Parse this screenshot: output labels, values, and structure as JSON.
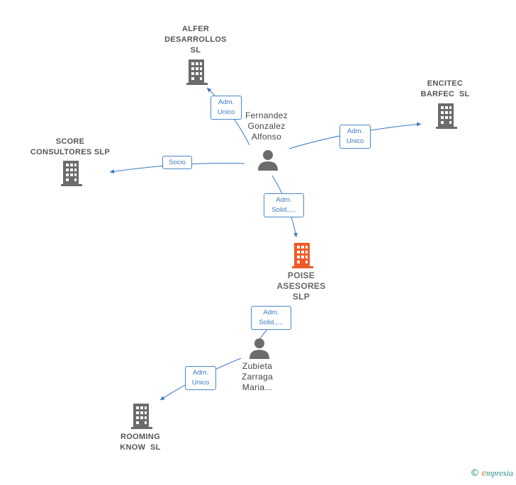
{
  "nodes": {
    "alfer": {
      "lines": [
        "ALFER",
        "DESARROLLOS",
        "SL"
      ]
    },
    "encitec": {
      "lines": [
        "ENCITEC",
        "BARFEC  SL"
      ]
    },
    "score": {
      "lines": [
        "SCORE",
        "CONSULTORES SLP"
      ]
    },
    "fernandez": {
      "lines": [
        "Fernandez",
        "Gonzalez",
        "Alfonso"
      ]
    },
    "poise": {
      "lines": [
        "POISE",
        "ASESORES",
        "SLP"
      ]
    },
    "zubieta": {
      "lines": [
        "Zubieta",
        "Zarraga",
        "Maria..."
      ]
    },
    "rooming": {
      "lines": [
        "ROOMING",
        "KNOW  SL"
      ]
    }
  },
  "edges": {
    "fernandez_alfer": {
      "lines": [
        "Adm.",
        "Unico"
      ]
    },
    "fernandez_encitec": {
      "lines": [
        "Adm.",
        "Unico"
      ]
    },
    "fernandez_score": {
      "lines": [
        "Socio"
      ]
    },
    "fernandez_poise": {
      "lines": [
        "Adm.",
        "Solid.,..."
      ]
    },
    "zubieta_poise": {
      "lines": [
        "Adm.",
        "Solid.,..."
      ]
    },
    "zubieta_rooming": {
      "lines": [
        "Adm.",
        "Unico"
      ]
    }
  },
  "colors": {
    "edge": "#3a78c0",
    "company": "#6b6b6b",
    "company_main": "#f05a28",
    "person": "#6b6b6b"
  },
  "footer": {
    "symbol": "©",
    "brand_initial": "e",
    "brand_rest": "mpresia"
  }
}
